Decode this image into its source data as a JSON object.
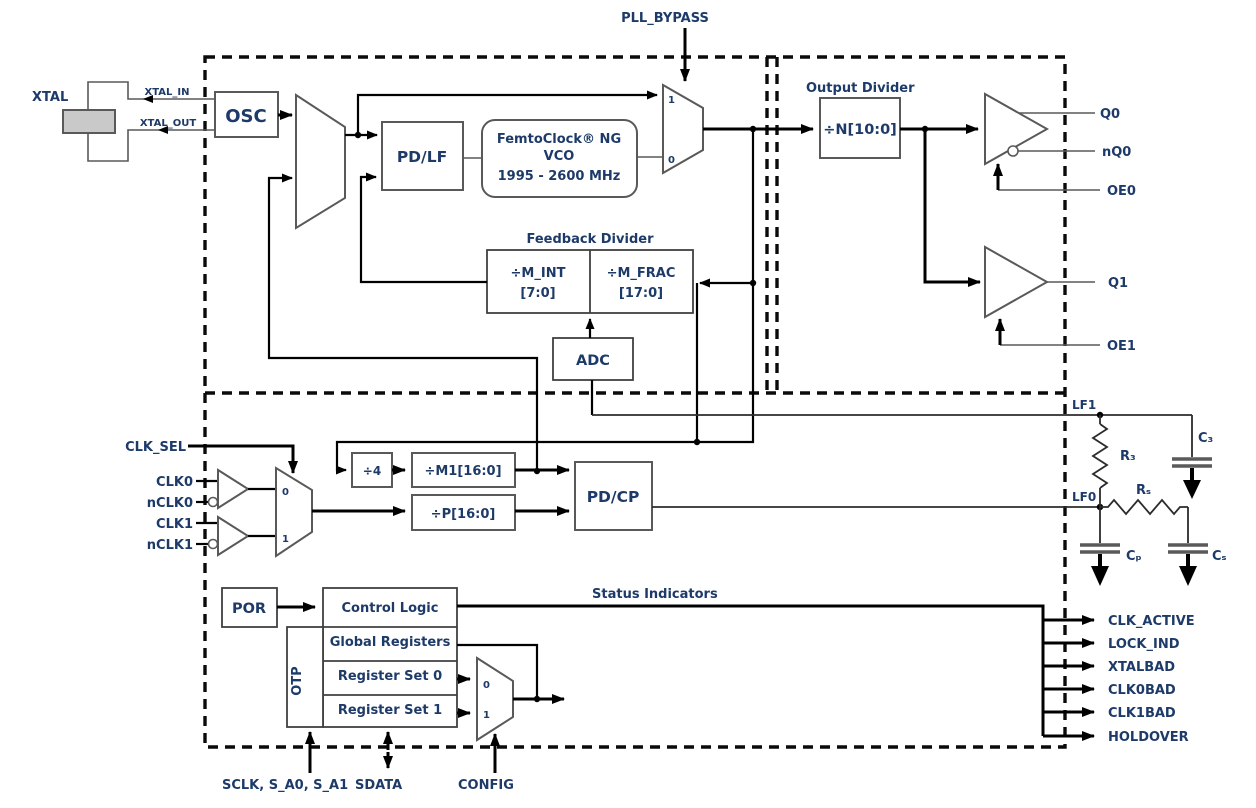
{
  "diagram": {
    "pins": {
      "pll_bypass": "PLL_BYPASS",
      "xtal": "XTAL",
      "xtal_in": "XTAL_IN",
      "xtal_out": "XTAL_OUT",
      "clk_sel": "CLK_SEL",
      "clk0": "CLK0",
      "nclk0": "nCLK0",
      "clk1": "CLK1",
      "nclk1": "nCLK1",
      "q0": "Q0",
      "nq0": "nQ0",
      "oe0": "OE0",
      "q1": "Q1",
      "oe1": "OE1",
      "lf1": "LF1",
      "lf0": "LF0",
      "sclk": "SCLK, S_A0, S_A1",
      "sdata": "SDATA",
      "config": "CONFIG"
    },
    "blocks": {
      "osc": "OSC",
      "pdlf": "PD/LF",
      "adc": "ADC",
      "pdcp": "PD/CP"
    },
    "vco": {
      "line1": "FemtoClock® NG",
      "line2": "VCO",
      "line3": "1995 - 2600 MHz"
    },
    "titles": {
      "feedback_divider": "Feedback Divider",
      "output_divider": "Output Divider",
      "status_indicators": "Status Indicators"
    },
    "feedback": {
      "m_int": "÷M_INT",
      "m_int_range": "[7:0]",
      "m_frac": "÷M_FRAC",
      "m_frac_range": "[17:0]"
    },
    "dividers": {
      "n": "÷N[10:0]",
      "four": "÷4",
      "m1": "÷M1[16:0]",
      "p": "÷P[16:0]"
    },
    "registers": {
      "por": "POR",
      "control_logic": "Control Logic",
      "global": "Global Registers",
      "set0": "Register Set 0",
      "set1": "Register Set 1",
      "otp": "OTP"
    },
    "filter": {
      "r3": "R₃",
      "c3": "C₃",
      "rs": "Rₛ",
      "cp": "Cₚ",
      "cs": "Cₛ"
    },
    "status_pins": [
      "CLK_ACTIVE",
      "LOCK_IND",
      "XTALBAD",
      "CLK0BAD",
      "CLK1BAD",
      "HOLDOVER"
    ],
    "mux": {
      "one": "1",
      "zero": "0"
    }
  }
}
